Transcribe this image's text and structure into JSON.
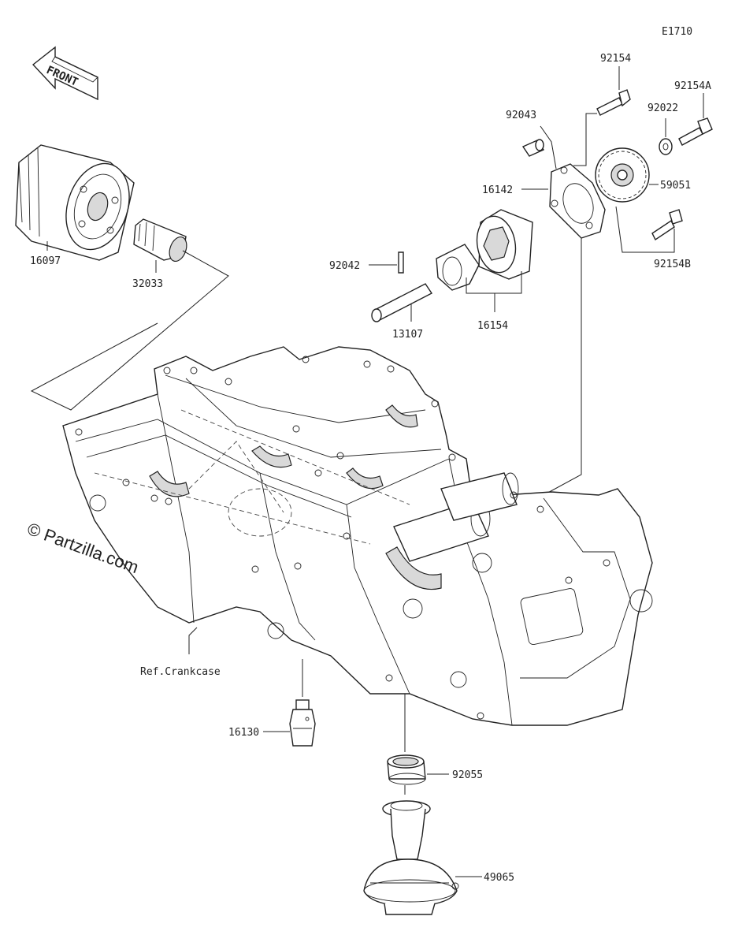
{
  "diagram": {
    "code": "E1710",
    "front_label": "FRONT",
    "ref_label": "Ref.Crankcase",
    "watermark": "© Partzilla.com",
    "parts": [
      {
        "id": "p92154",
        "number": "92154"
      },
      {
        "id": "p92154A",
        "number": "92154A"
      },
      {
        "id": "p92043",
        "number": "92043"
      },
      {
        "id": "p92022",
        "number": "92022"
      },
      {
        "id": "p16142",
        "number": "16142"
      },
      {
        "id": "p59051",
        "number": "59051"
      },
      {
        "id": "p92154B",
        "number": "92154B"
      },
      {
        "id": "p16097",
        "number": "16097"
      },
      {
        "id": "p32033",
        "number": "32033"
      },
      {
        "id": "p92042",
        "number": "92042"
      },
      {
        "id": "p13107",
        "number": "13107"
      },
      {
        "id": "p16154",
        "number": "16154"
      },
      {
        "id": "p16130",
        "number": "16130"
      },
      {
        "id": "p92055",
        "number": "92055"
      },
      {
        "id": "p49065",
        "number": "49065"
      }
    ]
  }
}
